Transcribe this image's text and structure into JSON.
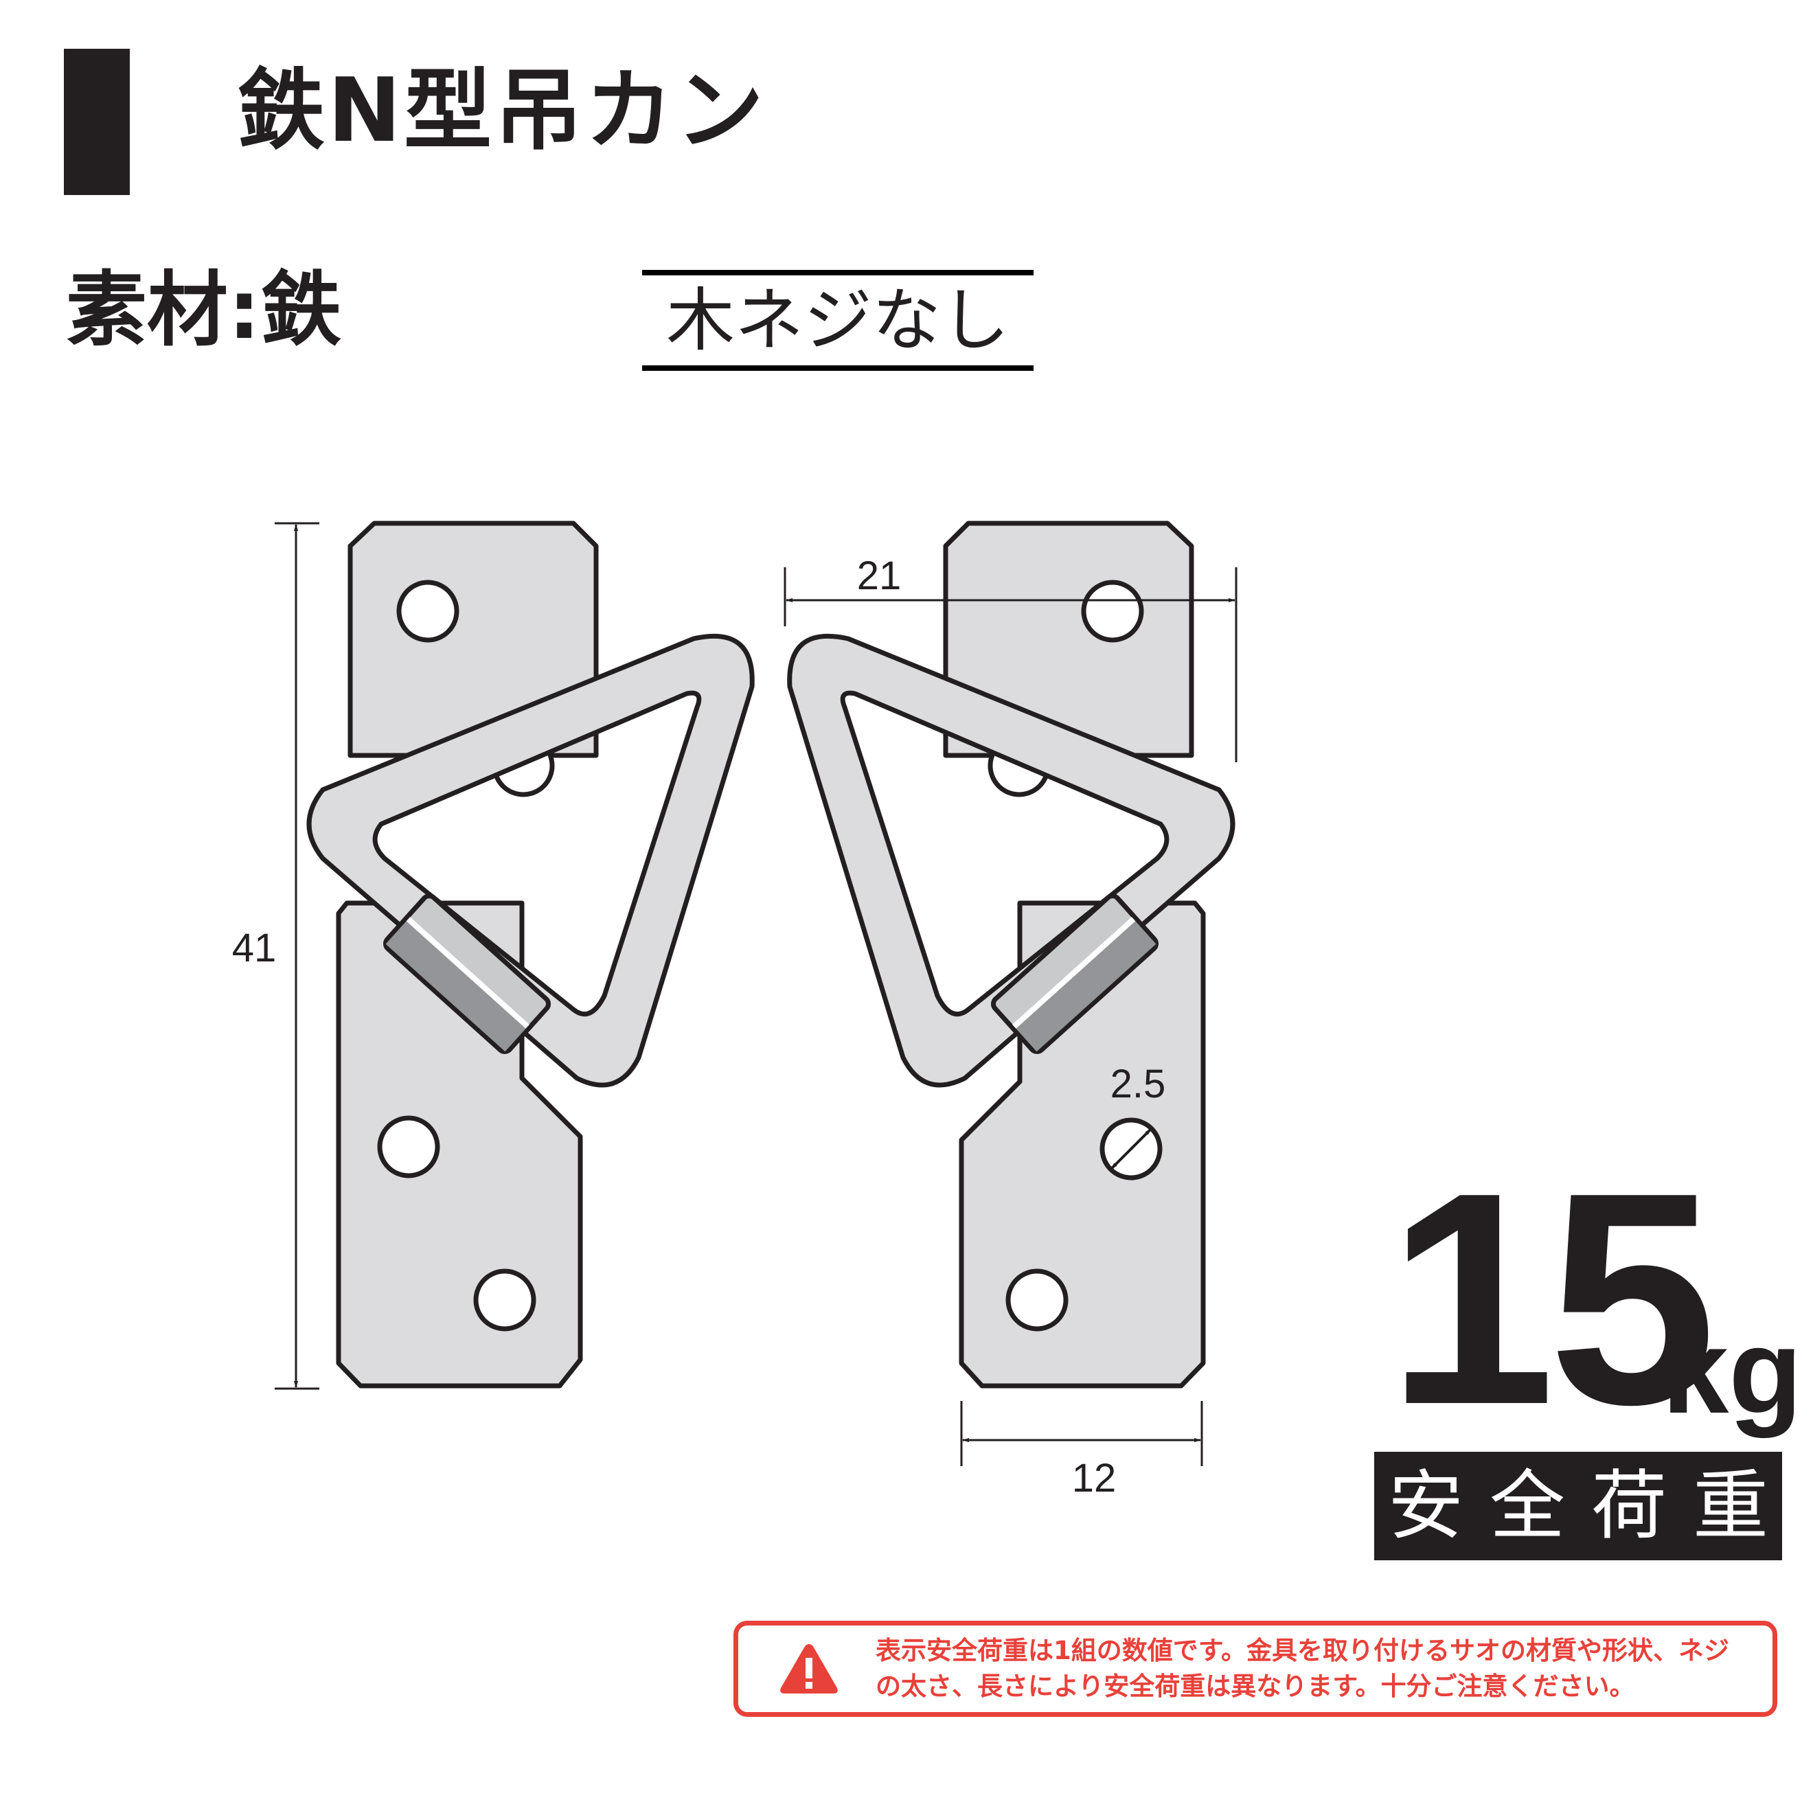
{
  "header": {
    "title": "鉄N型吊カン",
    "material": "素材:鉄",
    "screw_note": "木ネジなし"
  },
  "diagram": {
    "dimensions": {
      "height": "41",
      "width_overall": "21",
      "plate_width": "12",
      "hole_diameter": "2.5"
    }
  },
  "load": {
    "value": "15",
    "unit": "kg",
    "label": "安全荷重"
  },
  "warning": {
    "icon": "warning-triangle-icon",
    "line1": "表示安全荷重は1組の数値です。金具を取り付けるサオの材質や形状、ネジ",
    "line2": "の太さ、長さにより安全荷重は異なります。十分ご注意ください。"
  },
  "colors": {
    "text": "#231f20",
    "plate_fill": "#dcdcde",
    "tube_light": "#c9cacc",
    "tube_dark": "#939598",
    "warning_red": "#e8413a"
  }
}
